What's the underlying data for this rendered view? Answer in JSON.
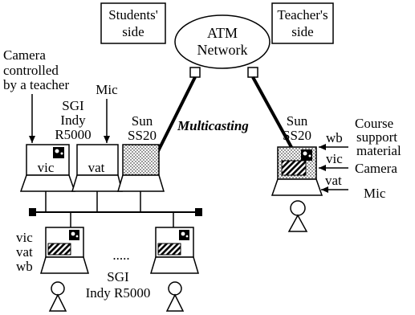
{
  "header": {
    "students_side": [
      "Students'",
      "side"
    ],
    "teachers_side": [
      "Teacher's",
      "side"
    ]
  },
  "network": {
    "label": [
      "ATM",
      "Network"
    ],
    "multicasting": "Multicasting"
  },
  "students": {
    "camera_note": [
      "Camera",
      "controlled",
      "by a teacher"
    ],
    "sgi_top": [
      "SGI",
      "Indy",
      "R5000"
    ],
    "mic": "Mic",
    "sun": [
      "Sun",
      "SS20"
    ],
    "vic_screen": "vic",
    "vat_screen": "vat",
    "client_tools": [
      "vic",
      "vat",
      "wb"
    ],
    "ellipsis": ".....",
    "sgi_bottom": [
      "SGI",
      "Indy R5000"
    ]
  },
  "teacher": {
    "sun": [
      "Sun",
      "SS20"
    ],
    "wb": "wb",
    "vic": "vic",
    "vat": "vat",
    "course_material": [
      "Course",
      "support",
      "material"
    ],
    "camera": "Camera",
    "mic": "Mic"
  }
}
